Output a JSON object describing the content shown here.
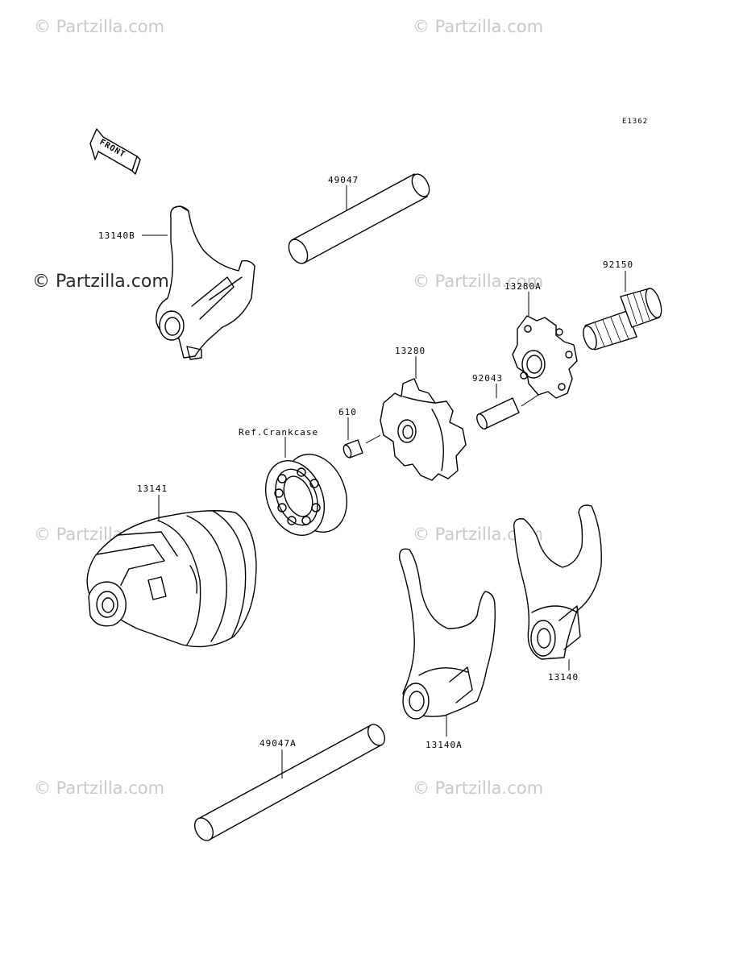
{
  "diagram_code": "E1362",
  "front_arrow_text": "FRONT",
  "watermark_text": "© Partzilla.com",
  "labels": {
    "p49047": "49047",
    "p13140B": "13140B",
    "p92150": "92150",
    "p13280A": "13280A",
    "p13280": "13280",
    "p92043": "92043",
    "p610": "610",
    "ref_crankcase": "Ref.Crankcase",
    "p13141": "13141",
    "p13140": "13140",
    "p13140A": "13140A",
    "p49047A": "49047A"
  }
}
